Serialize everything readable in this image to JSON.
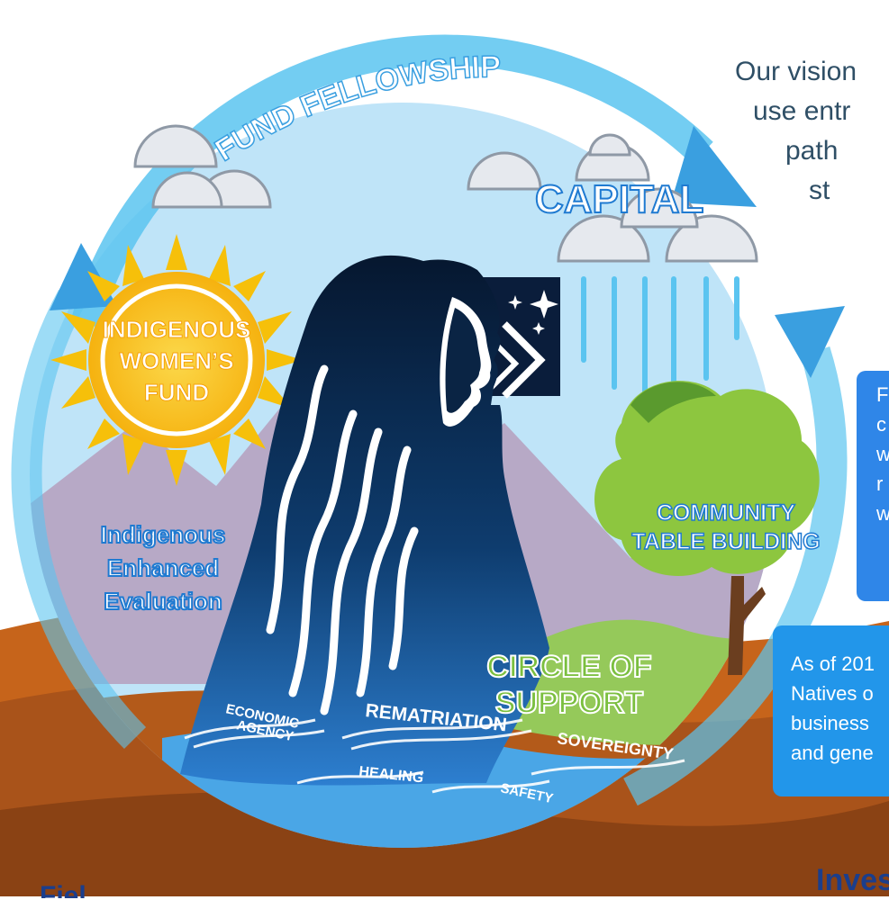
{
  "vision_text": [
    "Our vision",
    "use entr",
    "path",
    "st"
  ],
  "arc_label": "FUND FELLOWSHIP",
  "labels": {
    "capital": "CAPITAL",
    "sun": [
      "INDIGENOUS",
      "WOMEN’S",
      "FUND"
    ],
    "evaluation": [
      "Indigenous",
      "Enhanced",
      "Evaluation"
    ],
    "community": [
      "COMMUNITY",
      "TABLE BUILDING"
    ],
    "circle": [
      "CIRCLE OF",
      "SUPPORT"
    ],
    "waves": {
      "economic": [
        "ECONOMIC",
        "AGENCY"
      ],
      "rematriation": "REMATRIATION",
      "sovereignty": "SOVEREIGNTY",
      "healing": "HEALING",
      "safety": "SAFETY"
    }
  },
  "box1_lines": [
    "F",
    "c",
    "w",
    "r",
    "w"
  ],
  "box2_lines": [
    "As of 201",
    "Natives o",
    "business",
    "and gene"
  ],
  "bottom_left_text": "Fiel",
  "bottom_right_text": "Inves",
  "colors": {
    "sky": "#bfe4f8",
    "ring": "#5bc4f0",
    "ring_dark": "#3a9fe0",
    "woman": "#0a2444",
    "sun": "#f9c21a",
    "tree_light": "#8dc63f",
    "tree_dark": "#5a9a2e",
    "trunk": "#6b3e1f",
    "earth": "#c6641b",
    "earth_dark": "#8a4214",
    "mountain": "#b7a9c6",
    "label_blue": "#1f7ad1",
    "label_green": "#7bbf3f",
    "label_yellow": "#f6c00a",
    "box_blue": "#2296ea"
  }
}
